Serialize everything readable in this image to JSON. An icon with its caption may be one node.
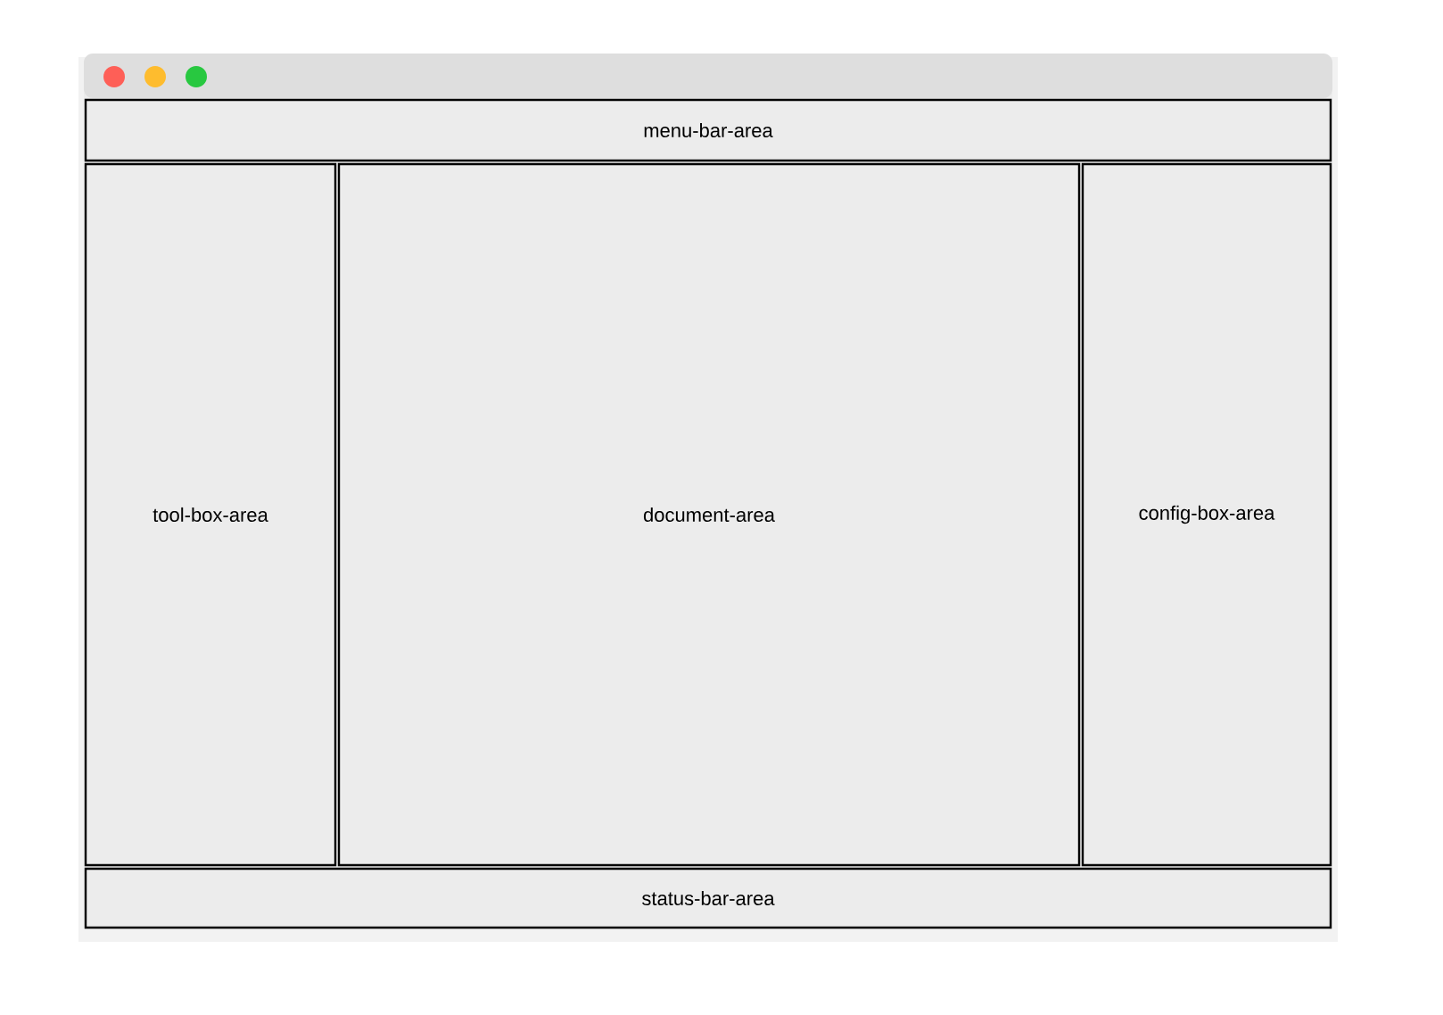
{
  "diagram": {
    "nodes": [
      {
        "text": [
          "menu-bar-area"
        ]
      },
      {
        "text": [
          "tool-box-area"
        ]
      },
      {
        "text": [
          "document-area"
        ]
      },
      {
        "text": [
          "config-box-area"
        ]
      },
      {
        "text": [
          "status-bar-area"
        ]
      }
    ]
  }
}
